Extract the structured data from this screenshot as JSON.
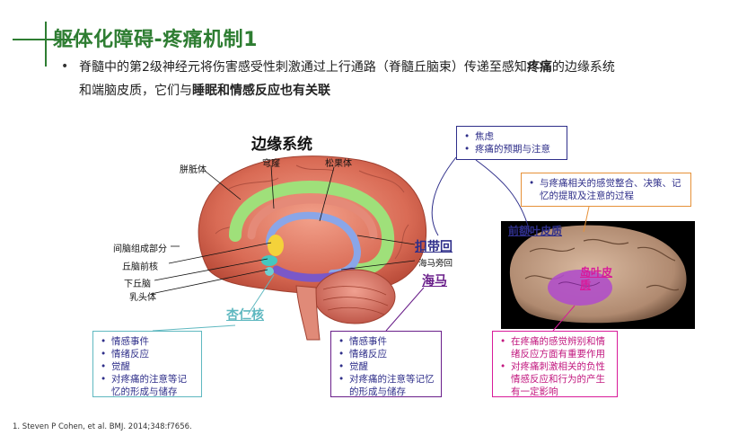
{
  "title": "躯体化障碍-疼痛机制1",
  "bullet": {
    "line1": {
      "pre": "脊髓中的第2级神经元将伤害感受性刺激通过上行通路（脊髓丘脑束）传递至感知",
      "bold": "疼痛",
      "post": "的边缘系统"
    },
    "line2": {
      "pre": "和端脑皮质，它们与",
      "bold": "睡眠和情感反应也有关联"
    }
  },
  "brain": {
    "heading": "边缘系统",
    "labels": {
      "pineal": "胼胝体",
      "fornix": "穹窿",
      "pineal_body": "松果体",
      "diencephalon": "间脑组成部分",
      "anterior_thalamic": "丘脑前核",
      "hypothalamus": "下丘脑",
      "mammillary": "乳头体",
      "parahippocampal": "海马旁回"
    },
    "links": {
      "cingulate": "扣带回",
      "hippocampus": "海马",
      "amygdala": "杏仁核",
      "prefrontal": "前额叶皮质",
      "insula": "岛叶皮质"
    }
  },
  "boxes": {
    "anxiety": [
      "焦虑",
      "疼痛的预期与注意"
    ],
    "prefrontal": [
      "与疼痛相关的感觉整合、决策、记忆的提取及注意的过程"
    ],
    "amygdala": [
      "情感事件",
      "情绪反应",
      "觉醒",
      "对疼痛的注意等记忆的形成与储存"
    ],
    "hippocampus": [
      "情感事件",
      "情绪反应",
      "觉醒",
      "对疼痛的注意等记忆的形成与储存"
    ],
    "insula": [
      "在疼痛的感觉辨别和情绪反应方面有重要作用",
      "对疼痛刺激相关的负性情感反应和行为的产生有一定影响"
    ]
  },
  "footnote": "1.   Steven P Cohen, et al. BMJ. 2014;348:f7656.",
  "colors": {
    "title": "#2e7d32",
    "link_navy": "#2f2f8a",
    "amygdala_teal": "#5fb8c0",
    "hippo_purple": "#6a1f8a",
    "insula_magenta": "#d81b9a",
    "pfc_orange": "#e69138"
  }
}
